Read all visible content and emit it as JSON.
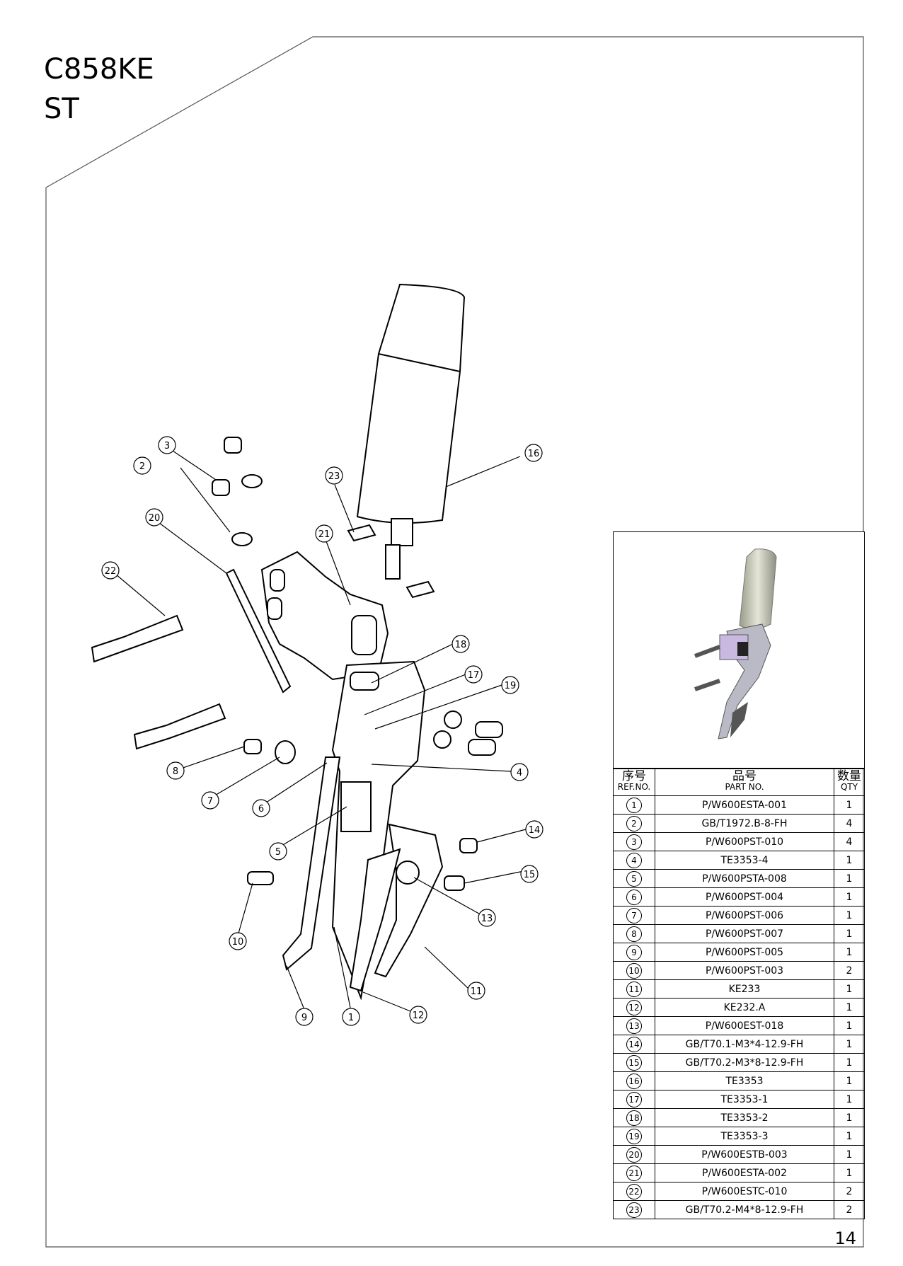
{
  "title": {
    "line1": "C858KE",
    "line2": "ST"
  },
  "page_number": "14",
  "table": {
    "header": {
      "ref_cn": "序号",
      "ref_en": "REF.NO.",
      "part_cn": "品号",
      "part_en": "PART NO.",
      "qty_cn": "数量",
      "qty_en": "QTY"
    },
    "rows": [
      {
        "ref": "1",
        "part": "P/W600ESTA-001",
        "qty": "1"
      },
      {
        "ref": "2",
        "part": "GB/T1972.B-8-FH",
        "qty": "4"
      },
      {
        "ref": "3",
        "part": "P/W600PST-010",
        "qty": "4"
      },
      {
        "ref": "4",
        "part": "TE3353-4",
        "qty": "1"
      },
      {
        "ref": "5",
        "part": "P/W600PSTA-008",
        "qty": "1"
      },
      {
        "ref": "6",
        "part": "P/W600PST-004",
        "qty": "1"
      },
      {
        "ref": "7",
        "part": "P/W600PST-006",
        "qty": "1"
      },
      {
        "ref": "8",
        "part": "P/W600PST-007",
        "qty": "1"
      },
      {
        "ref": "9",
        "part": "P/W600PST-005",
        "qty": "1"
      },
      {
        "ref": "10",
        "part": "P/W600PST-003",
        "qty": "2"
      },
      {
        "ref": "11",
        "part": "KE233",
        "qty": "1"
      },
      {
        "ref": "12",
        "part": "KE232.A",
        "qty": "1"
      },
      {
        "ref": "13",
        "part": "P/W600EST-018",
        "qty": "1"
      },
      {
        "ref": "14",
        "part": "GB/T70.1-M3*4-12.9-FH",
        "qty": "1"
      },
      {
        "ref": "15",
        "part": "GB/T70.2-M3*8-12.9-FH",
        "qty": "1"
      },
      {
        "ref": "16",
        "part": "TE3353",
        "qty": "1"
      },
      {
        "ref": "17",
        "part": "TE3353-1",
        "qty": "1"
      },
      {
        "ref": "18",
        "part": "TE3353-2",
        "qty": "1"
      },
      {
        "ref": "19",
        "part": "TE3353-3",
        "qty": "1"
      },
      {
        "ref": "20",
        "part": "P/W600ESTB-003",
        "qty": "1"
      },
      {
        "ref": "21",
        "part": "P/W600ESTA-002",
        "qty": "1"
      },
      {
        "ref": "22",
        "part": "P/W600ESTC-010",
        "qty": "2"
      },
      {
        "ref": "23",
        "part": "GB/T70.2-M4*8-12.9-FH",
        "qty": "2"
      }
    ]
  },
  "callouts": [
    "1",
    "2",
    "3",
    "4",
    "5",
    "6",
    "7",
    "8",
    "9",
    "10",
    "11",
    "12",
    "13",
    "14",
    "15",
    "16",
    "17",
    "18",
    "19",
    "20",
    "21",
    "22",
    "23"
  ]
}
